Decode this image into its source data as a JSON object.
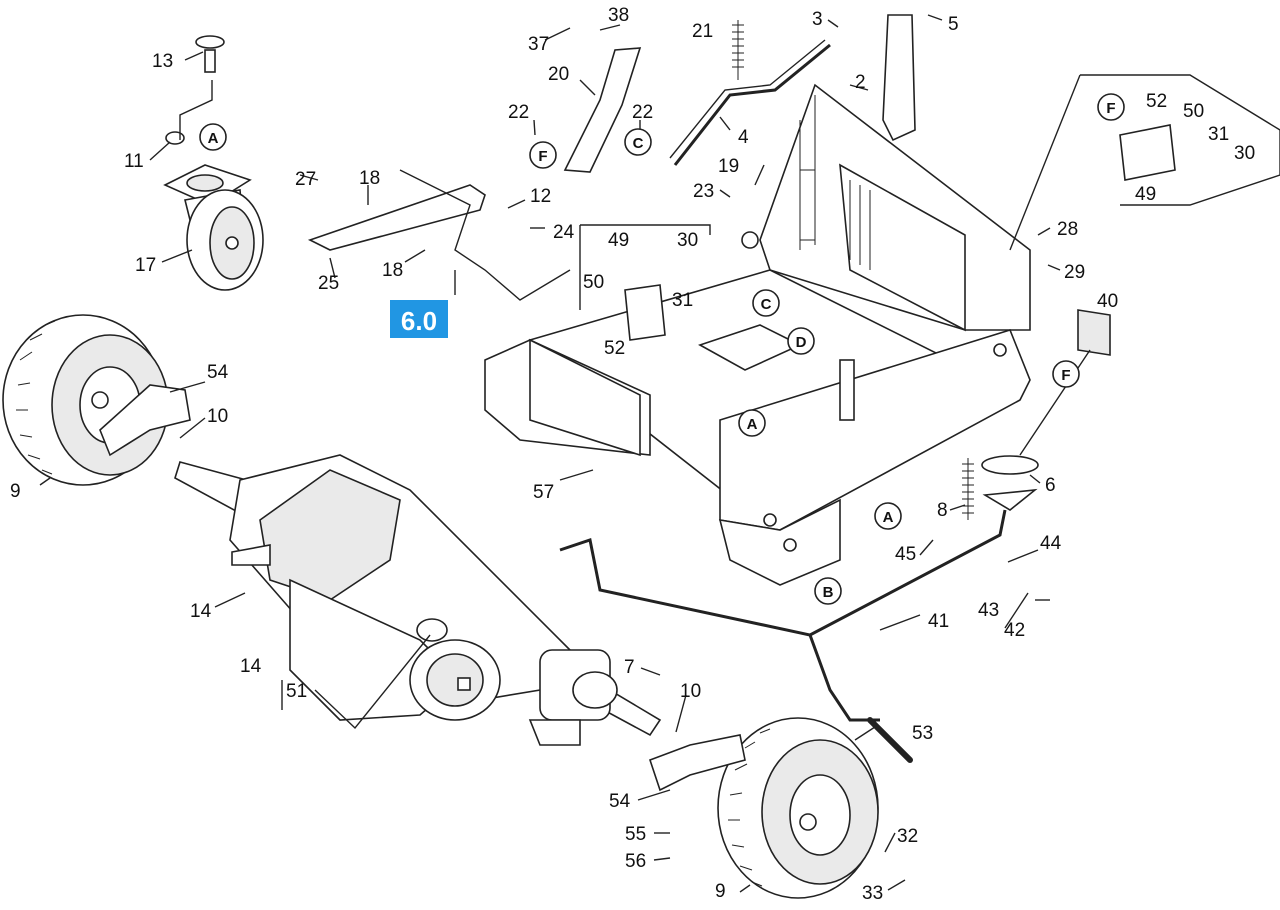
{
  "badge": {
    "label": "6.0",
    "color": "#2196e3"
  },
  "callouts": [
    "A",
    "B",
    "C",
    "D",
    "F"
  ],
  "labels": {
    "p2": "2",
    "p3": "3",
    "p4": "4",
    "p5": "5",
    "p6": "6",
    "p7": "7",
    "p8": "8",
    "p9a": "9",
    "p9b": "9",
    "p10a": "10",
    "p10b": "10",
    "p11": "11",
    "p12": "12",
    "p13": "13",
    "p14a": "14",
    "p14b": "14",
    "p17": "17",
    "p18a": "18",
    "p18b": "18",
    "p19": "19",
    "p20": "20",
    "p21": "21",
    "p22a": "22",
    "p22b": "22",
    "p23": "23",
    "p24": "24",
    "p25": "25",
    "p27": "27",
    "p28": "28",
    "p29": "29",
    "p30a": "30",
    "p30b": "30",
    "p31a": "31",
    "p31b": "31",
    "p32": "32",
    "p33": "33",
    "p37": "37",
    "p38": "38",
    "p40": "40",
    "p41": "41",
    "p42": "42",
    "p43": "43",
    "p44": "44",
    "p45": "45",
    "p49a": "49",
    "p49b": "49",
    "p50a": "50",
    "p50b": "50",
    "p51": "51",
    "p52a": "52",
    "p52b": "52",
    "p53": "53",
    "p54a": "54",
    "p54b": "54",
    "p55": "55",
    "p56": "56",
    "p57": "57"
  }
}
